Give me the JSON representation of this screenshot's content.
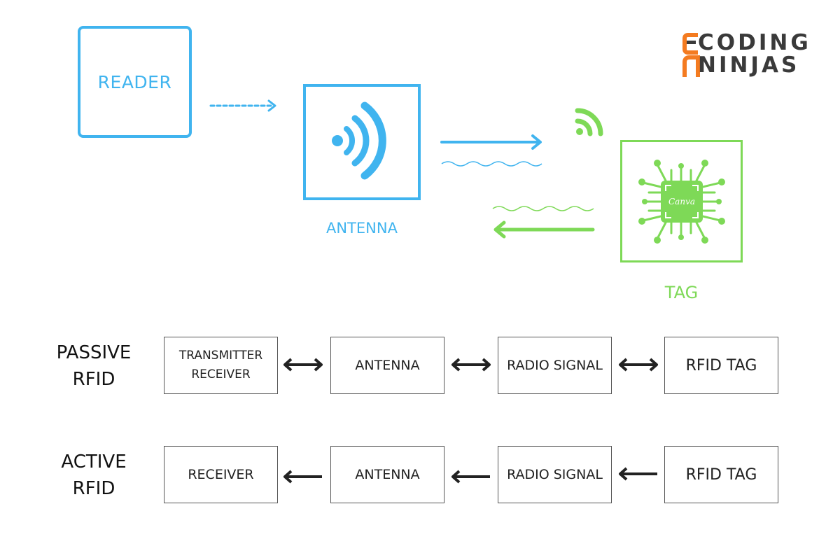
{
  "logo": {
    "line1": "CODING",
    "line2": "NINJAS",
    "accent_color": "#f47b20",
    "text_color": "#3a3a3a"
  },
  "top_diagram": {
    "reader_label": "READER",
    "antenna_label": "ANTENNA",
    "tag_label": "TAG",
    "chip_text": "Canva",
    "blue_color": "#40b4ef",
    "green_color": "#7ed957"
  },
  "passive_row": {
    "title_line1": "PASSIVE",
    "title_line2": "RFID",
    "boxes": [
      "TRANSMITTER RECEIVER",
      "ANTENNA",
      "RADIO SIGNAL",
      "RFID TAG"
    ],
    "arrow_type": "bidirectional"
  },
  "active_row": {
    "title_line1": "ACTIVE",
    "title_line2": "RFID",
    "boxes": [
      "RECEIVER",
      "ANTENNA",
      "RADIO SIGNAL",
      "RFID TAG"
    ],
    "arrow_type": "left"
  }
}
